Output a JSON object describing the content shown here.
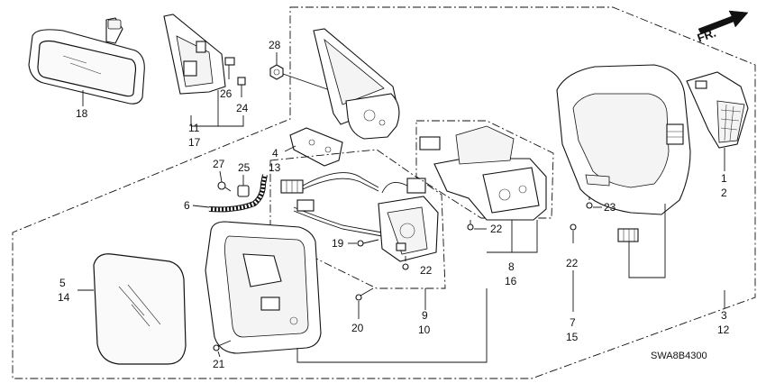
{
  "direction_label": "FR.",
  "diagram_code": "SWA8B4300",
  "callouts": [
    {
      "id": "c18",
      "text": "18"
    },
    {
      "id": "c11",
      "text": "11"
    },
    {
      "id": "c17",
      "text": "17"
    },
    {
      "id": "c26",
      "text": "26"
    },
    {
      "id": "c24",
      "text": "24"
    },
    {
      "id": "c28",
      "text": "28"
    },
    {
      "id": "c4",
      "text": "4"
    },
    {
      "id": "c13",
      "text": "13"
    },
    {
      "id": "c27",
      "text": "27"
    },
    {
      "id": "c25",
      "text": "25"
    },
    {
      "id": "c6",
      "text": "6"
    },
    {
      "id": "c5",
      "text": "5"
    },
    {
      "id": "c14",
      "text": "14"
    },
    {
      "id": "c19",
      "text": "19"
    },
    {
      "id": "c22a",
      "text": "22"
    },
    {
      "id": "c22b",
      "text": "22"
    },
    {
      "id": "c22c",
      "text": "22"
    },
    {
      "id": "c20",
      "text": "20"
    },
    {
      "id": "c21",
      "text": "21"
    },
    {
      "id": "c9",
      "text": "9"
    },
    {
      "id": "c10",
      "text": "10"
    },
    {
      "id": "c8",
      "text": "8"
    },
    {
      "id": "c16",
      "text": "16"
    },
    {
      "id": "c23",
      "text": "23"
    },
    {
      "id": "c1",
      "text": "1"
    },
    {
      "id": "c2",
      "text": "2"
    },
    {
      "id": "c7",
      "text": "7"
    },
    {
      "id": "c15",
      "text": "15"
    },
    {
      "id": "c3",
      "text": "3"
    },
    {
      "id": "c12",
      "text": "12"
    }
  ]
}
